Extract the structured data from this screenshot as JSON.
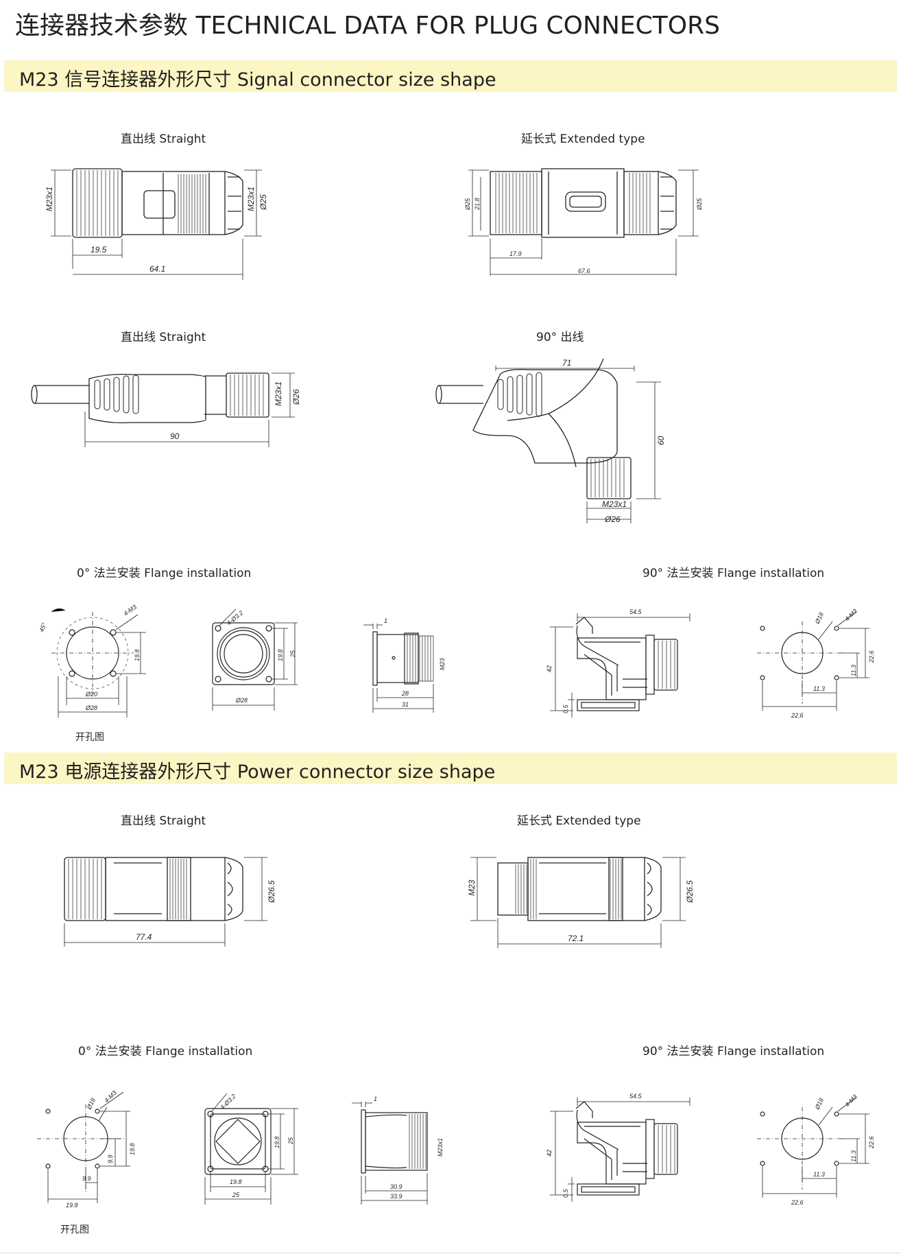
{
  "page": {
    "title": "连接器技术参数  TECHNICAL DATA FOR PLUG CONNECTORS"
  },
  "signal": {
    "heading": "M23 信号连接器外形尺寸  Signal connector size shape",
    "cap_straight1": "直出线  Straight",
    "cap_extended": "延长式    Extended type",
    "cap_straight2": "直出线  Straight",
    "cap_angle": "90°  出线",
    "cap_flange0": "0°  法兰安装  Flange installation",
    "cap_flange90": "90°  法兰安装 Flange installation",
    "cutout": "开孔图"
  },
  "power": {
    "heading": "M23 电源连接器外形尺寸  Power connector size shape",
    "cap_straight": "直出线  Straight",
    "cap_extended": "延长式    Extended type",
    "cap_flange0": "0°  法兰安装 Flange installation",
    "cap_flange90": "90°  法兰安装 Flange installation",
    "cutout": "开孔图"
  },
  "dims": {
    "s_straight": {
      "thread": "M23x1",
      "thread2": "M23x1",
      "dia": "Ø25",
      "len_a": "19.5",
      "len_total": "64.1"
    },
    "s_extended": {
      "dia_l": "Ø25",
      "inner": "21.8",
      "dia_r": "Ø25",
      "len_a": "17.9",
      "len_total": "67.6"
    },
    "s_cable": {
      "thread": "M23x1",
      "dia": "Ø26",
      "len": "90"
    },
    "s_angle": {
      "width": "71",
      "height": "60",
      "thread": "M23x1",
      "dia": "Ø26"
    },
    "s_cutout0": {
      "angle": "45°",
      "holes": "4-M3",
      "pitch": "19.8",
      "inner": "Ø20",
      "outer": "Ø28"
    },
    "s_flange0": {
      "holes": "4-Ø3.2",
      "pitch": "19.8",
      "size": "25",
      "dia": "Ø28"
    },
    "s_side0": {
      "flange": "1",
      "thread": "M23",
      "len_a": "28",
      "len_b": "31"
    },
    "s_f90": {
      "width": "54.5",
      "height": "42",
      "base": "0.5"
    },
    "s_cutout90": {
      "dia": "Ø18",
      "holes": "4-M3",
      "half": "11.3",
      "full": "22.6",
      "h_half": "11.3",
      "h_full": "22.6"
    },
    "p_straight": {
      "dia": "Ø26.5",
      "len": "77.4"
    },
    "p_extended": {
      "thread": "M23",
      "dia": "Ø26.5",
      "len": "72.1"
    },
    "p_cutout0": {
      "dia": "Ø18",
      "holes": "4-M3",
      "half": "9.9",
      "full": "19.8",
      "h_half": "9.9",
      "h_full": "19.8"
    },
    "p_flange0": {
      "holes": "4-Ø3.2",
      "pitch": "19.8",
      "size": "25",
      "w_pitch": "19.8",
      "w_size": "25"
    },
    "p_side0": {
      "flange": "1",
      "thread": "M23x1",
      "len_a": "30.9",
      "len_b": "33.9"
    },
    "p_f90": {
      "width": "54.5",
      "height": "42",
      "base": "0.5"
    },
    "p_cutout90": {
      "dia": "Ø18",
      "holes": "4-M3",
      "half": "11.3",
      "full": "22.6",
      "h_half": "11.3",
      "h_full": "22.6"
    }
  }
}
